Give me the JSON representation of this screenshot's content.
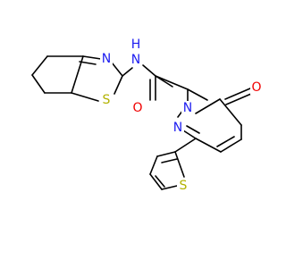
{
  "colors": {
    "bond": "#000000",
    "nitrogen": "#1c1cf0",
    "oxygen": "#f00000",
    "sulfur": "#b2b200",
    "background": "#ffffff"
  },
  "labels": {
    "thiazole_n": "N",
    "amide_nh": "N",
    "amide_h": "H",
    "thiazole_s": "S",
    "amide_o": "O",
    "ring_n1": "N",
    "ring_n2": "N",
    "keto_o": "O",
    "thiophene_s": "S"
  }
}
